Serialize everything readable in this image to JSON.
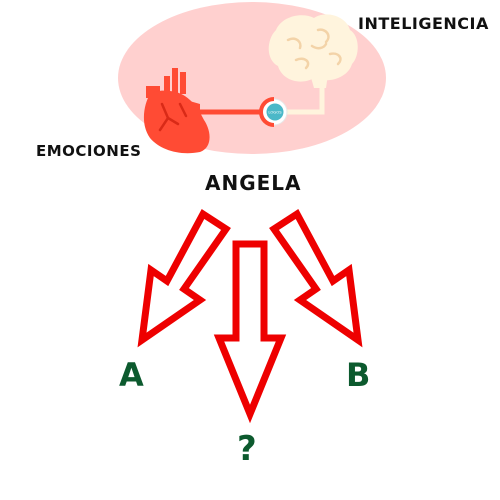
{
  "labels": {
    "inteligencia": "INTELIGENCIA",
    "emociones": "EMOCIONES",
    "angela": "ANGELA",
    "connector_text": "LOGOS"
  },
  "options": {
    "a": "A",
    "b": "B",
    "unknown": "?"
  },
  "colors": {
    "oval": "#ffd0cf",
    "heart": "#ff4b34",
    "brain": "#fff4dd",
    "arrow": "#ee0000",
    "option_text": "#0c5a2e",
    "connector_badge": "#4bb8c8"
  },
  "icons": [
    "heart-icon",
    "brain-icon",
    "connector-badge-icon"
  ]
}
